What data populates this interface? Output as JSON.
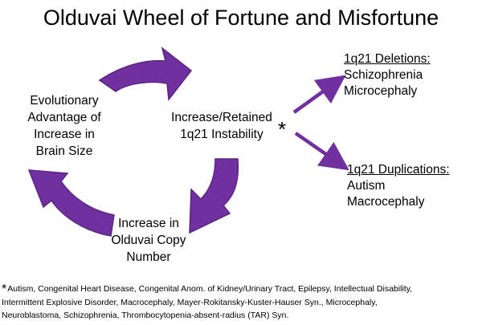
{
  "title": "Olduvai Wheel of Fortune and Misfortune",
  "nodes": {
    "left": [
      "Evolutionary",
      "Advantage of",
      "Increase in",
      "Brain Size"
    ],
    "center": [
      "Increase/Retained",
      "1q21 Instability"
    ],
    "bottom": [
      "Increase in",
      "Olduvai Copy",
      "Number"
    ]
  },
  "asterisk": "*",
  "outcomes": {
    "deletions": {
      "heading": "1q21 Deletions:",
      "items": [
        "Schizophrenia",
        "Microcephaly"
      ]
    },
    "duplications": {
      "heading": "1q21 Duplications:",
      "items": [
        "Autism",
        "Macrocephaly"
      ]
    }
  },
  "footnote": {
    "marker": "*",
    "lines": [
      "Autism, Congenital Heart Disease, Congenital Anom. of Kidney/Urinary Tract, Epilepsy, Intellectual Disability,",
      "Intermittent Explosive Disorder, Macrocephaly, Mayer-Rokitansky-Kuster-Hauser Syn., Microcephaly,",
      "Neuroblastoma, Schizophrenia, Thrombocytopenia-absent-radius  (TAR) Syn."
    ]
  },
  "colors": {
    "cycle_arrow_fill": "#7030a0",
    "cycle_arrow_stroke": "#5b2683",
    "branch_arrow": "#7030a0"
  }
}
